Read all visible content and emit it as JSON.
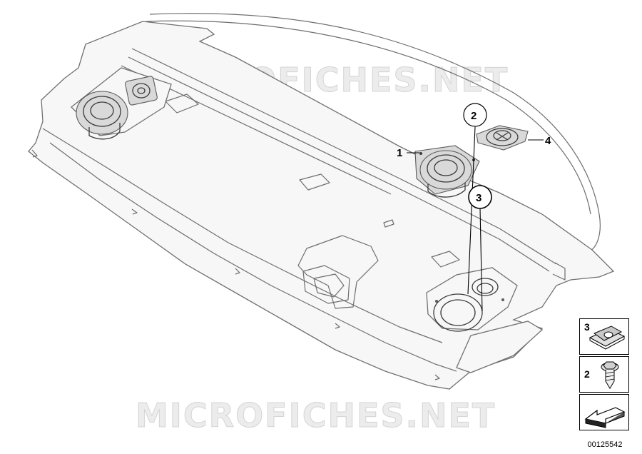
{
  "watermark": {
    "top": "MICROFICHES.NET",
    "bottom": "MICROFICHES.NET"
  },
  "callouts": [
    {
      "id": "1",
      "label": "1"
    },
    {
      "id": "2",
      "label": "2"
    },
    {
      "id": "3",
      "label": "3"
    },
    {
      "id": "4",
      "label": "4"
    }
  ],
  "legend": {
    "items": [
      {
        "label": "3",
        "part": "clip-nut-icon"
      },
      {
        "label": "2",
        "part": "screw-icon"
      },
      {
        "label": "",
        "part": "direction-arrow-icon"
      }
    ]
  },
  "diagram_number": "00125542",
  "colors": {
    "line": "#6e6e6e",
    "panel": "#f7f7f7",
    "speaker": "#d9d9d9",
    "watermark": "#ececec"
  }
}
